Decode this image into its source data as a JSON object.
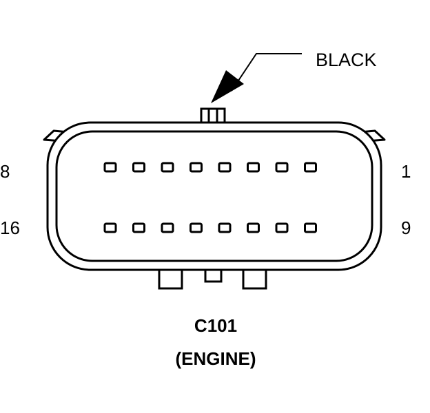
{
  "connector": {
    "id": "C101",
    "location": "(ENGINE)",
    "color_callout": "BLACK",
    "rows": [
      {
        "first_pin": "8",
        "last_pin": "1",
        "cavities": 8
      },
      {
        "first_pin": "16",
        "last_pin": "9",
        "cavities": 8
      }
    ]
  },
  "colors": {
    "line": "#000000",
    "background": "#ffffff"
  }
}
